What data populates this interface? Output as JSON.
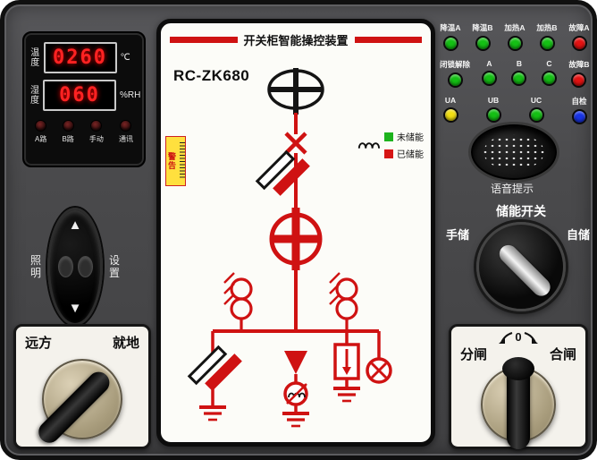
{
  "meter": {
    "temp_label": "温度",
    "temp_value": "0260",
    "temp_unit": "℃",
    "hum_label": "湿度",
    "hum_value": "060",
    "hum_unit": "%RH",
    "keys": [
      "A路",
      "B路",
      "手动",
      "通讯"
    ]
  },
  "nav": {
    "left_label": "照明",
    "right_label": "设置",
    "up": "▲",
    "down": "▼"
  },
  "screen": {
    "title": "开关柜智能操控装置",
    "model": "RC-ZK680",
    "warning": "警告",
    "legend": [
      {
        "label": "未储能",
        "color": "#1db31d"
      },
      {
        "label": "已储能",
        "color": "#d61515"
      }
    ]
  },
  "leds": {
    "rows": [
      {
        "items": [
          {
            "label": "降温A",
            "color": "#14c014"
          },
          {
            "label": "降温B",
            "color": "#14c014"
          },
          {
            "label": "加热A",
            "color": "#14c014"
          },
          {
            "label": "加热B",
            "color": "#14c014"
          },
          {
            "label": "故障A",
            "color": "#e51212"
          }
        ]
      },
      {
        "items": [
          {
            "label": "闭锁解除",
            "color": "#14c014"
          },
          {
            "label": "A",
            "color": "#14c014"
          },
          {
            "label": "B",
            "color": "#14c014"
          },
          {
            "label": "C",
            "color": "#14c014"
          },
          {
            "label": "故障B",
            "color": "#e51212"
          }
        ]
      },
      {
        "items": [
          {
            "label": "UA",
            "color": "#f2df12"
          },
          {
            "label": "UB",
            "color": "#14c014"
          },
          {
            "label": "UC",
            "color": "#14c014"
          },
          {
            "label": "自检",
            "color": "#1834e6"
          }
        ]
      }
    ]
  },
  "speaker": {
    "label": "语音提示"
  },
  "charge_switch": {
    "title": "储能开关",
    "left": "手储",
    "right": "自储"
  },
  "remote_switch": {
    "left": "远方",
    "right": "就地"
  },
  "breaker_switch": {
    "left": "分闸",
    "right": "合闸",
    "zero": "0"
  },
  "colors": {
    "mimic_red": "#cf1212",
    "panel_bg": "#4a4a4c",
    "screen_bg": "#fcfcf8"
  }
}
